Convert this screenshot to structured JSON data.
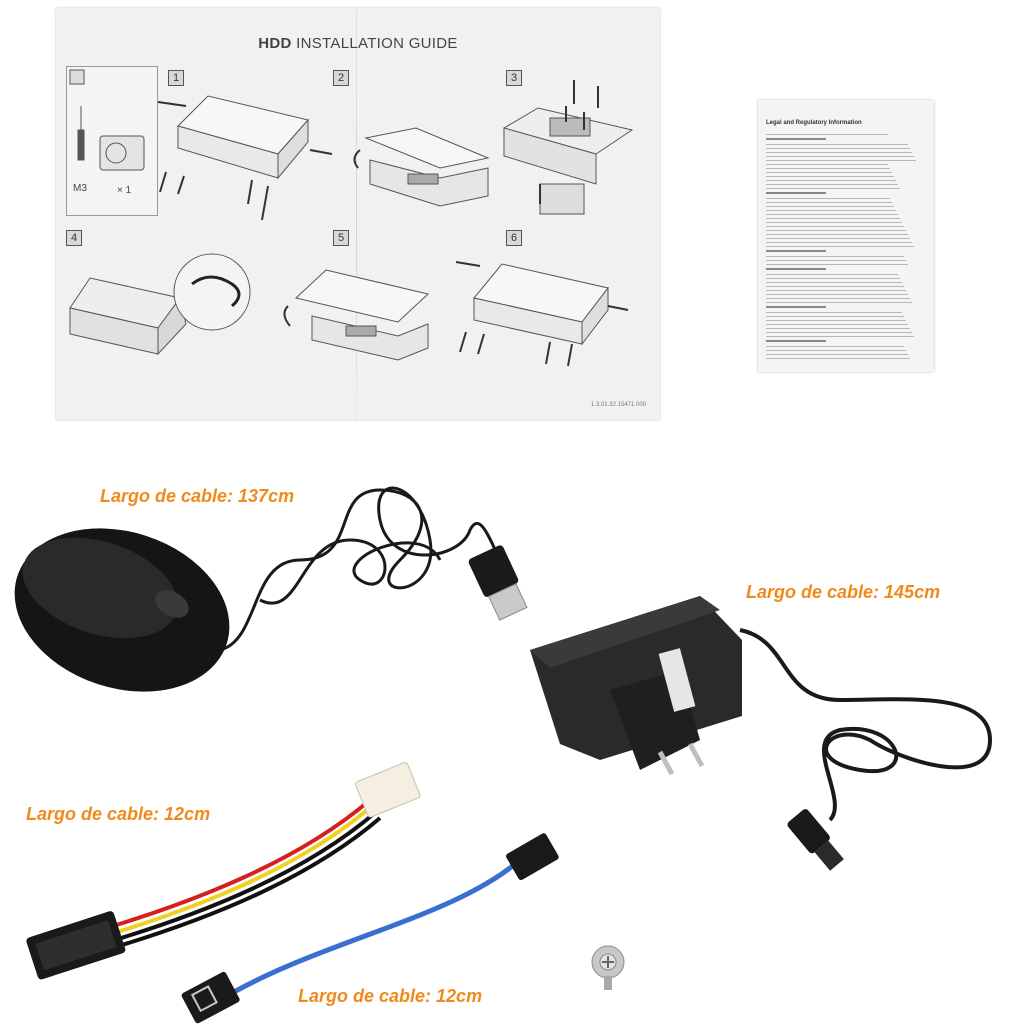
{
  "guide": {
    "title_bold": "HDD",
    "title_rest": " INSTALLATION GUIDE",
    "steps": [
      "1",
      "2",
      "3",
      "4",
      "5",
      "6"
    ],
    "tool_screw_label": "M3",
    "tool_count_label": "× 1",
    "code": "1.3.01.32.15471.000"
  },
  "leaflet": {
    "heading": "Legal and Regulatory Information"
  },
  "labels": {
    "mouse_cable": "Largo de cable: 137cm",
    "adapter_cable": "Largo de cable: 145cm",
    "power_cable": "Largo de cable: 12cm",
    "sata_cable": "Largo de cable: 12cm"
  },
  "colors": {
    "label_orange": "#f08a1c",
    "device_black": "#1a1a1a",
    "sata_blue": "#3a6fd0",
    "molex_white": "#f4efe0"
  }
}
